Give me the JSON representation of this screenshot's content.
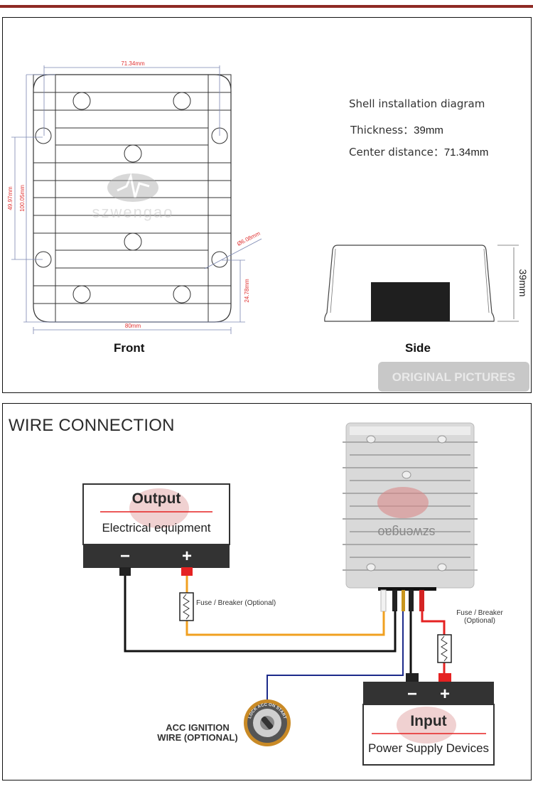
{
  "header": {
    "accent_color": "#8e2a24"
  },
  "installation_panel": {
    "front_view": {
      "label": "Front",
      "dimensions": {
        "width_top": "71.34mm",
        "width_bottom": "80mm",
        "height_outer": "100.05mm",
        "height_holes": "49.97mm",
        "hole_offset": "24.78mm",
        "hole_diameter": "Ø6.08mm"
      },
      "watermark": "szwengao"
    },
    "specs": {
      "title": "Shell installation diagram",
      "thickness_label": "Thickness：",
      "thickness_value": "39mm",
      "center_distance_label": "Center distance：",
      "center_distance_value": "71.34mm"
    },
    "side_view": {
      "label": "Side",
      "height": "39mm"
    },
    "original_pictures_label": "ORIGINAL PICTURES"
  },
  "wire_panel": {
    "title": "WIRE CONNECTION",
    "output_box": {
      "title": "Output",
      "subtitle": "Electrical equipment",
      "minus": "−",
      "plus": "+"
    },
    "input_box": {
      "title": "Input",
      "subtitle": "Power Supply Devices",
      "minus": "−",
      "plus": "+"
    },
    "fuse_output_label": "Fuse / Breaker (Optional)",
    "fuse_input_label_line1": "Fuse / Breaker",
    "fuse_input_label_line2": "(Optional)",
    "acc_label_line1": "ACC IGNITION",
    "acc_label_line2": "WIRE (OPTIONAL)",
    "ignition_ring_text": "LOCK ACC ON START",
    "wire_colors": {
      "positive": "#e52222",
      "negative": "#111111",
      "output_positive": "#f0a020",
      "acc": "#1c2a8a"
    }
  }
}
